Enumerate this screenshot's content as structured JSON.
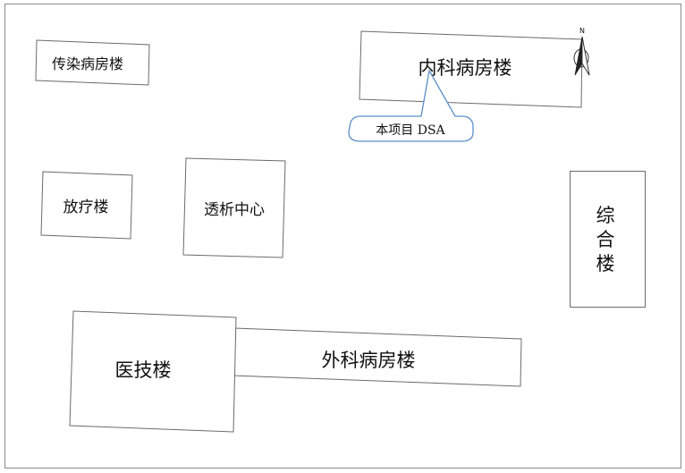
{
  "buildings": {
    "infectious_ward": {
      "label": "传染病房楼"
    },
    "internal_medicine_ward": {
      "label": "内科病房楼"
    },
    "radiotherapy": {
      "label": "放疗楼"
    },
    "dialysis_center": {
      "label": "透析中心"
    },
    "comprehensive": {
      "label_lines": [
        "综",
        "合",
        "楼"
      ]
    },
    "medical_tech": {
      "label": "医技楼"
    },
    "surgery_ward": {
      "label": "外科病房楼"
    }
  },
  "callout": {
    "label": "本项目 DSA"
  },
  "north_arrow": {
    "label": "N",
    "icon": "north-arrow-icon"
  },
  "colors": {
    "outline": "#6b6b6b",
    "callout_stroke": "#5b8fc7",
    "background": "#ffffff"
  }
}
